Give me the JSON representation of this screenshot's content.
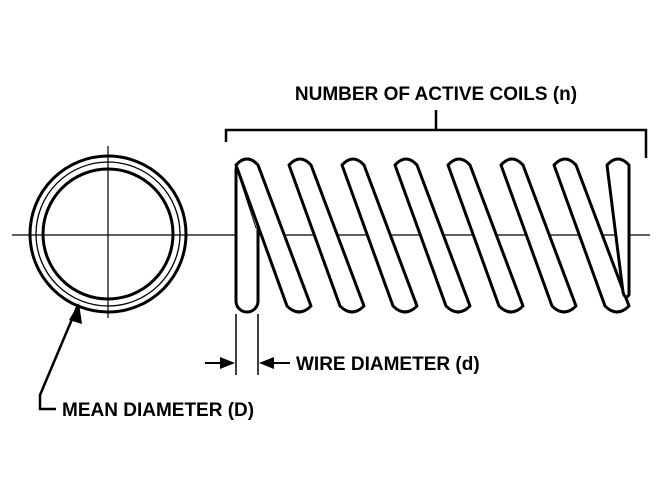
{
  "labels": {
    "active_coils": "NUMBER OF ACTIVE COILS (n)",
    "wire_diameter": "WIRE DIAMETER (d)",
    "mean_diameter": "MEAN DIAMETER (D)"
  },
  "spring": {
    "coil_count": 8
  },
  "colors": {
    "ink": "#000000",
    "background": "#ffffff"
  }
}
